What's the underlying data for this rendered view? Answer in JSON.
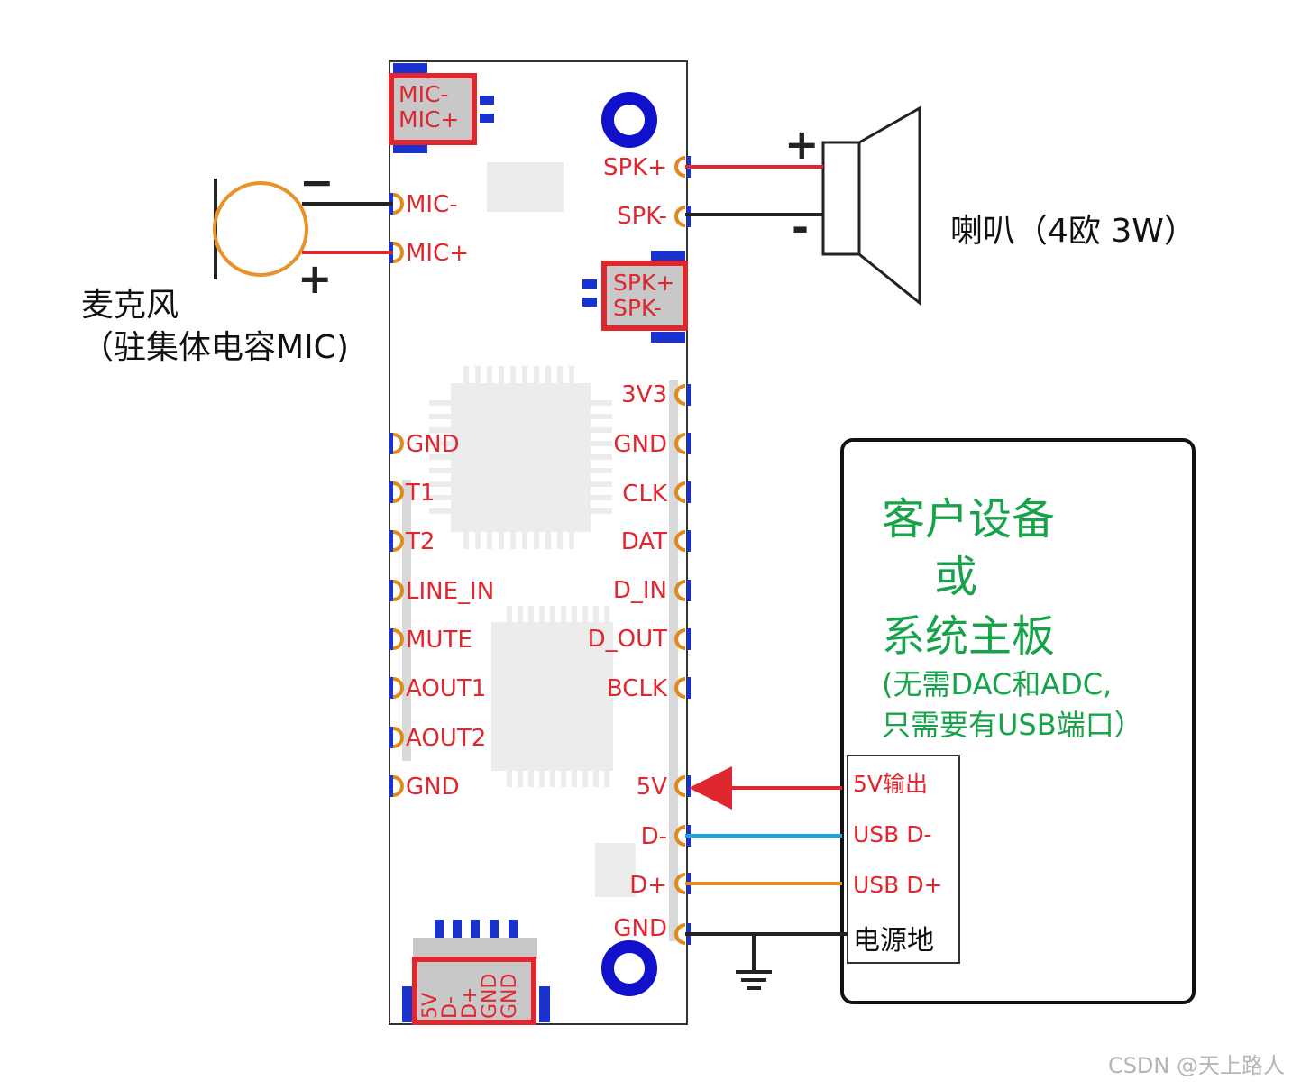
{
  "board": {
    "mic_connector": {
      "line1": "MIC-",
      "line2": "MIC+"
    },
    "spk_connector": {
      "line1": "SPK+",
      "line2": "SPK-"
    },
    "usb_connector": [
      "5V",
      "D-",
      "D+",
      "GND",
      "GND"
    ],
    "left_pins": [
      {
        "label": "MIC-"
      },
      {
        "label": "MIC+"
      },
      {
        "label": "GND"
      },
      {
        "label": "T1"
      },
      {
        "label": "T2"
      },
      {
        "label": "LINE_IN"
      },
      {
        "label": "MUTE"
      },
      {
        "label": "AOUT1"
      },
      {
        "label": "AOUT2"
      },
      {
        "label": "GND"
      }
    ],
    "right_pins": [
      {
        "label": "SPK+"
      },
      {
        "label": "SPK-"
      },
      {
        "label": "3V3"
      },
      {
        "label": "GND"
      },
      {
        "label": "CLK"
      },
      {
        "label": "DAT"
      },
      {
        "label": "D_IN"
      },
      {
        "label": "D_OUT"
      },
      {
        "label": "BCLK"
      },
      {
        "label": "5V"
      },
      {
        "label": "D-"
      },
      {
        "label": "D+"
      },
      {
        "label": "GND"
      }
    ]
  },
  "microphone": {
    "label": "麦克风",
    "sublabel": "（驻集体电容MIC)",
    "minus": "−",
    "plus": "+"
  },
  "speaker": {
    "label": "喇叭（4欧 3W）",
    "plus": "+",
    "minus": "-"
  },
  "host": {
    "title_line1": "客户设备",
    "title_line2": "或",
    "title_line3": "系统主板",
    "note_line1": "(无需DAC和ADC,",
    "note_line2": "只需要有USB端口）",
    "ports": [
      {
        "label": "5V输出"
      },
      {
        "label": "USB D-"
      },
      {
        "label": "USB D+"
      },
      {
        "label": "电源地"
      }
    ]
  },
  "colors": {
    "pin_label": "#e0262f",
    "host_title": "#16a34a",
    "pad_ring": "#e08a1e",
    "mount_hole": "#1111cc",
    "wire_5v": "#e0262f",
    "wire_dminus": "#1aa3e0",
    "wire_dplus": "#e88a1e",
    "wire_gnd": "#222222"
  },
  "watermark": "CSDN @天上路人"
}
